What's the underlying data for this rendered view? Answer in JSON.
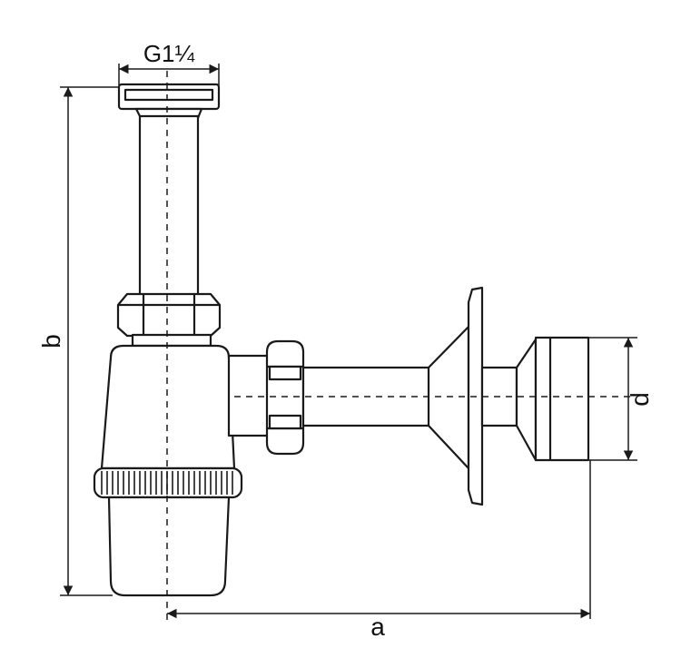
{
  "diagram": {
    "colors": {
      "stroke": "#1a1a1a",
      "fill": "#ffffff",
      "background": "#ffffff"
    },
    "labels": {
      "thread_size": "G1¼",
      "dim_a": "a",
      "dim_b": "b",
      "dim_d": "d"
    }
  }
}
